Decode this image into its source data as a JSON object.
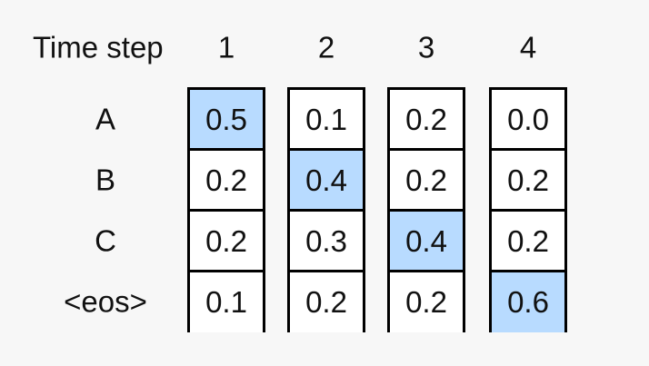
{
  "header": {
    "label": "Time step"
  },
  "time_steps": [
    "1",
    "2",
    "3",
    "4"
  ],
  "rows": [
    "A",
    "B",
    "C",
    "<eos>"
  ],
  "probabilities": [
    [
      "0.5",
      "0.1",
      "0.2",
      "0.0"
    ],
    [
      "0.2",
      "0.4",
      "0.2",
      "0.2"
    ],
    [
      "0.2",
      "0.3",
      "0.4",
      "0.2"
    ],
    [
      "0.1",
      "0.2",
      "0.2",
      "0.6"
    ]
  ],
  "selected_row_per_step": [
    0,
    1,
    2,
    3
  ],
  "colors": {
    "highlight": "#b8dbff",
    "cell": "#ffffff",
    "border": "#000000",
    "background": "#f7f7f7"
  }
}
